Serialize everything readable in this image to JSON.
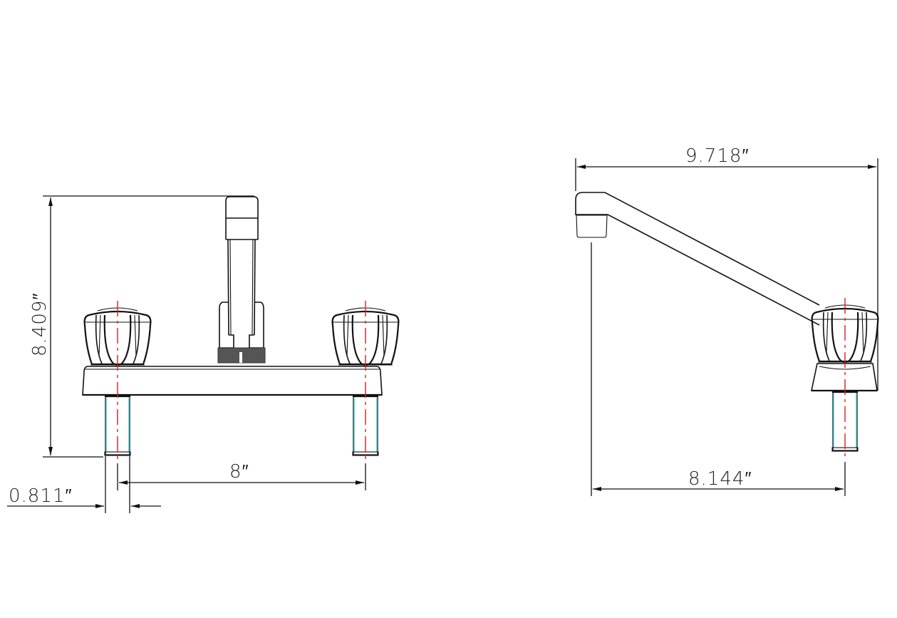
{
  "drawing": {
    "subject": "Two-handle kitchen faucet with swivel spout",
    "colors": {
      "line": "#111111",
      "centerline": "#d62020",
      "stem_highlight": "#3cc9cf",
      "aerator_base": "#555555",
      "background": "#ffffff"
    },
    "front_view": {
      "dimensions": {
        "overall_height": "8.409″",
        "handle_center_spacing": "8″",
        "stem_diameter": "0.811″"
      }
    },
    "side_view": {
      "dimensions": {
        "spout_reach_overall": "9.718″",
        "spout_to_handle_center": "8.144″"
      }
    }
  }
}
